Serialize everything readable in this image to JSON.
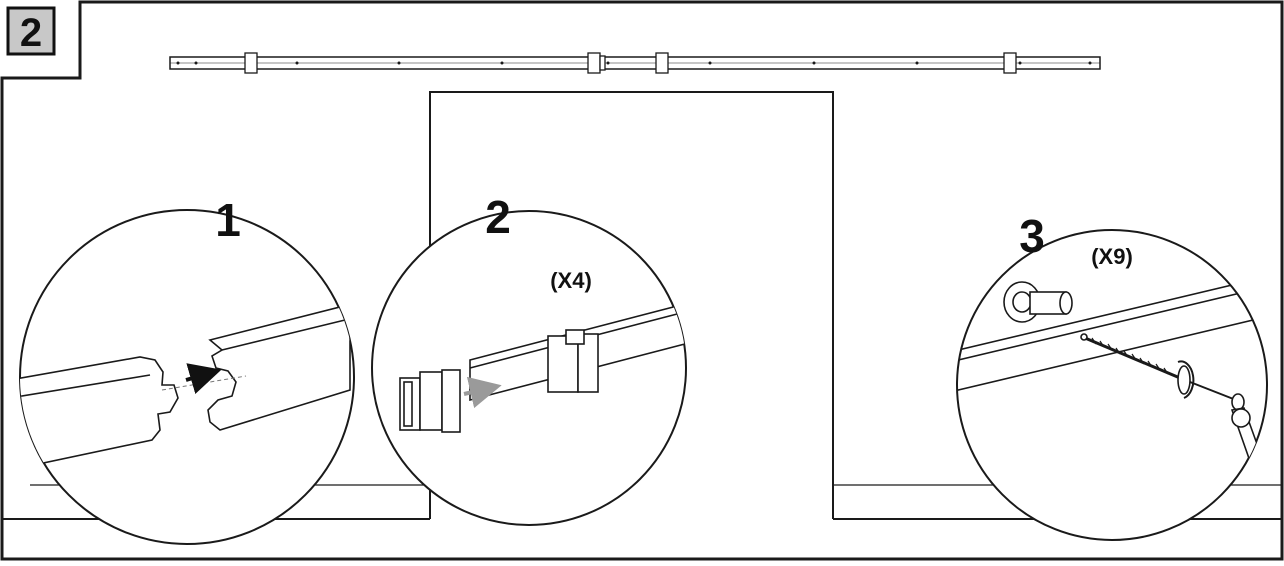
{
  "step_badge": "2",
  "callouts": [
    {
      "number": "1",
      "quantity": ""
    },
    {
      "number": "2",
      "quantity": "(X4)"
    },
    {
      "number": "3",
      "quantity": "(X9)"
    }
  ],
  "colors": {
    "line": "#1a1a1a",
    "badge_fill": "#c8c8c8",
    "arrow_gray": "#9a9a9a"
  }
}
